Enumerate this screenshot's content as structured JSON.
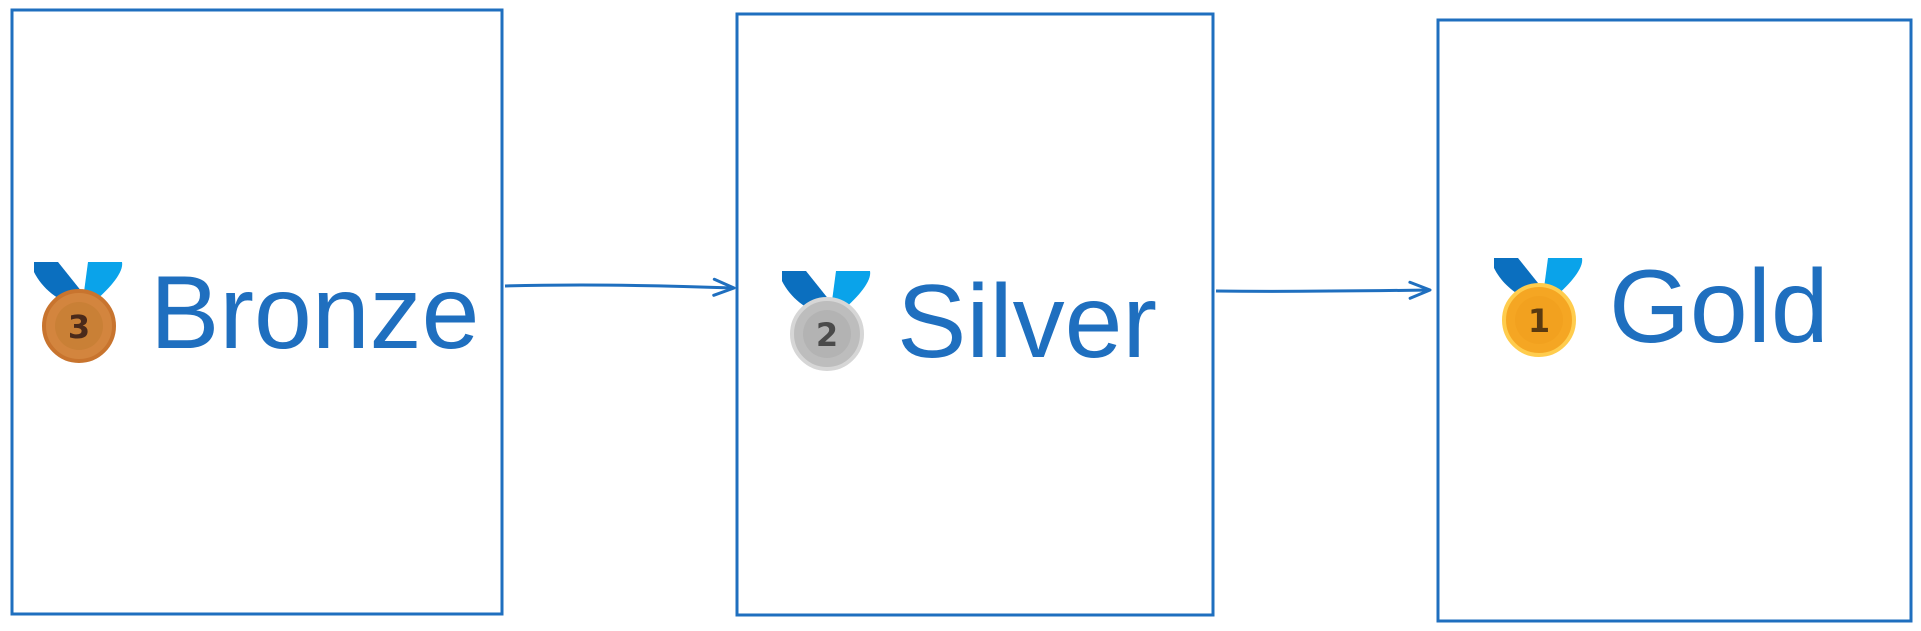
{
  "diagram": {
    "stroke_color": "#1f6fbf",
    "tiers": [
      {
        "label": "Bronze",
        "medal_number": "3",
        "medal_icon": "bronze-medal-icon",
        "medal_fill": "#d3853e",
        "medal_ring": "#c8742e",
        "medal_text_color": "#4a2a1a"
      },
      {
        "label": "Silver",
        "medal_number": "2",
        "medal_icon": "silver-medal-icon",
        "medal_fill": "#bdbdbd",
        "medal_ring": "#d6d6d6",
        "medal_text_color": "#4a4a4a"
      },
      {
        "label": "Gold",
        "medal_number": "1",
        "medal_icon": "gold-medal-icon",
        "medal_fill": "#f5a623",
        "medal_ring": "#ffcc4d",
        "medal_text_color": "#5a3a10"
      }
    ],
    "ribbon_colors": {
      "left": "#0b6fbf",
      "right": "#0aa3ea"
    }
  }
}
